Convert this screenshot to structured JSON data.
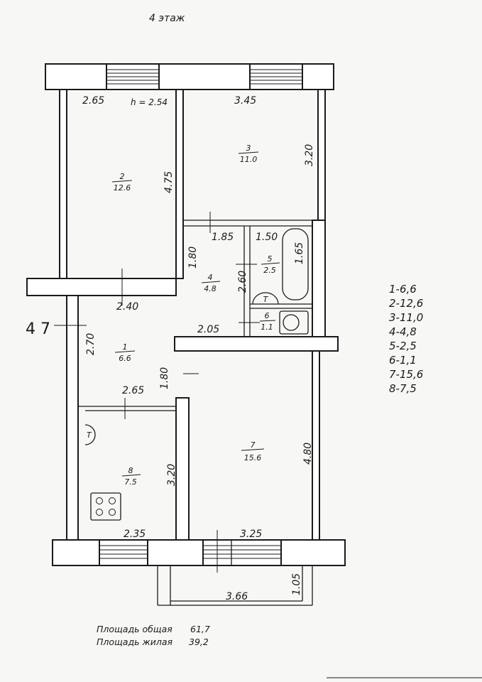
{
  "floor_title": "4 этаж",
  "ceiling_height": "h = 2.54",
  "axis_label": "4 7",
  "rooms": [
    {
      "id": "1",
      "area": "6.6"
    },
    {
      "id": "2",
      "area": "12.6"
    },
    {
      "id": "3",
      "area": "11.0"
    },
    {
      "id": "4",
      "area": "4.8"
    },
    {
      "id": "5",
      "area": "2.5"
    },
    {
      "id": "6",
      "area": "1.1"
    },
    {
      "id": "7",
      "area": "15.6"
    },
    {
      "id": "8",
      "area": "7.5"
    }
  ],
  "dimensions": {
    "r2_width": "2.65",
    "r2_length": "4.75",
    "r3_width": "3.45",
    "r3_length": "3.20",
    "r4_width_top": "1.85",
    "r4_height": "1.80",
    "r5_width": "1.50",
    "r5_length": "2.60",
    "bath_length": "1.65",
    "r4_width_bottom": "2.05",
    "corridor_width": "2.40",
    "r1_length": "2.70",
    "r1_door_side": "1.80",
    "r1_width_bottom": "2.65",
    "r8_length": "3.20",
    "r8_width": "2.35",
    "r7_length": "4.80",
    "r7_width": "3.25",
    "balcony_width": "3.66",
    "balcony_depth": "1.05"
  },
  "legend": [
    "1-6,6",
    "2-12,6",
    "3-11,0",
    "4-4,8",
    "5-2,5",
    "6-1,1",
    "7-15,6",
    "8-7,5"
  ],
  "totals": {
    "total_label": "Площадь общая",
    "total_value": "61,7",
    "living_label": "Площадь жилая",
    "living_value": "39,2"
  },
  "fixture_symbol": "Т"
}
